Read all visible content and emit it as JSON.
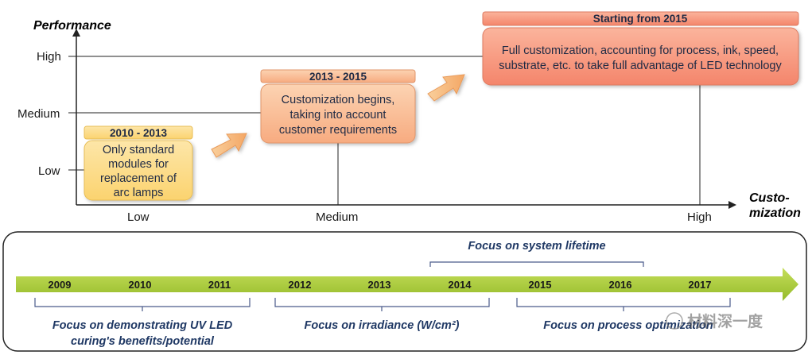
{
  "chart": {
    "y_axis_title": "Performance",
    "x_axis_title_line1": "Custo-",
    "x_axis_title_line2": "mization",
    "y_levels": [
      "High",
      "Medium",
      "Low"
    ],
    "x_levels": [
      "Low",
      "Medium",
      "High"
    ]
  },
  "stages": [
    {
      "period": "2010 - 2013",
      "lines": [
        "Only standard",
        "modules for",
        "replacement of",
        "arc lamps"
      ]
    },
    {
      "period": "2013 - 2015",
      "lines": [
        "Customization begins,",
        "taking into account",
        "customer requirements"
      ]
    },
    {
      "period": "Starting from 2015",
      "lines": [
        "Full customization, accounting for process, ink, speed,",
        "substrate, etc. to take full advantage of LED technology"
      ]
    }
  ],
  "timeline": {
    "years": [
      "2009",
      "2010",
      "2011",
      "2012",
      "2013",
      "2014",
      "2015",
      "2016",
      "2017"
    ],
    "focus_top": "Focus on system lifetime",
    "focus_bottom": [
      {
        "line1": "Focus on demonstrating UV LED",
        "line2": "curing's benefits/potential"
      },
      {
        "line1": "Focus on irradiance (W/cm²)",
        "line2": ""
      },
      {
        "line1": "Focus on process optimization",
        "line2": ""
      }
    ]
  },
  "watermark": "材料深一度",
  "colors": {
    "stage1_fill": "#fbd77f",
    "stage2_fill": "#f9b68c",
    "stage3_fill": "#f69277",
    "arrow_fill": "#f6b677",
    "timeline_arrow": "#a9cb3b",
    "text_dark": "#1f2a44"
  }
}
